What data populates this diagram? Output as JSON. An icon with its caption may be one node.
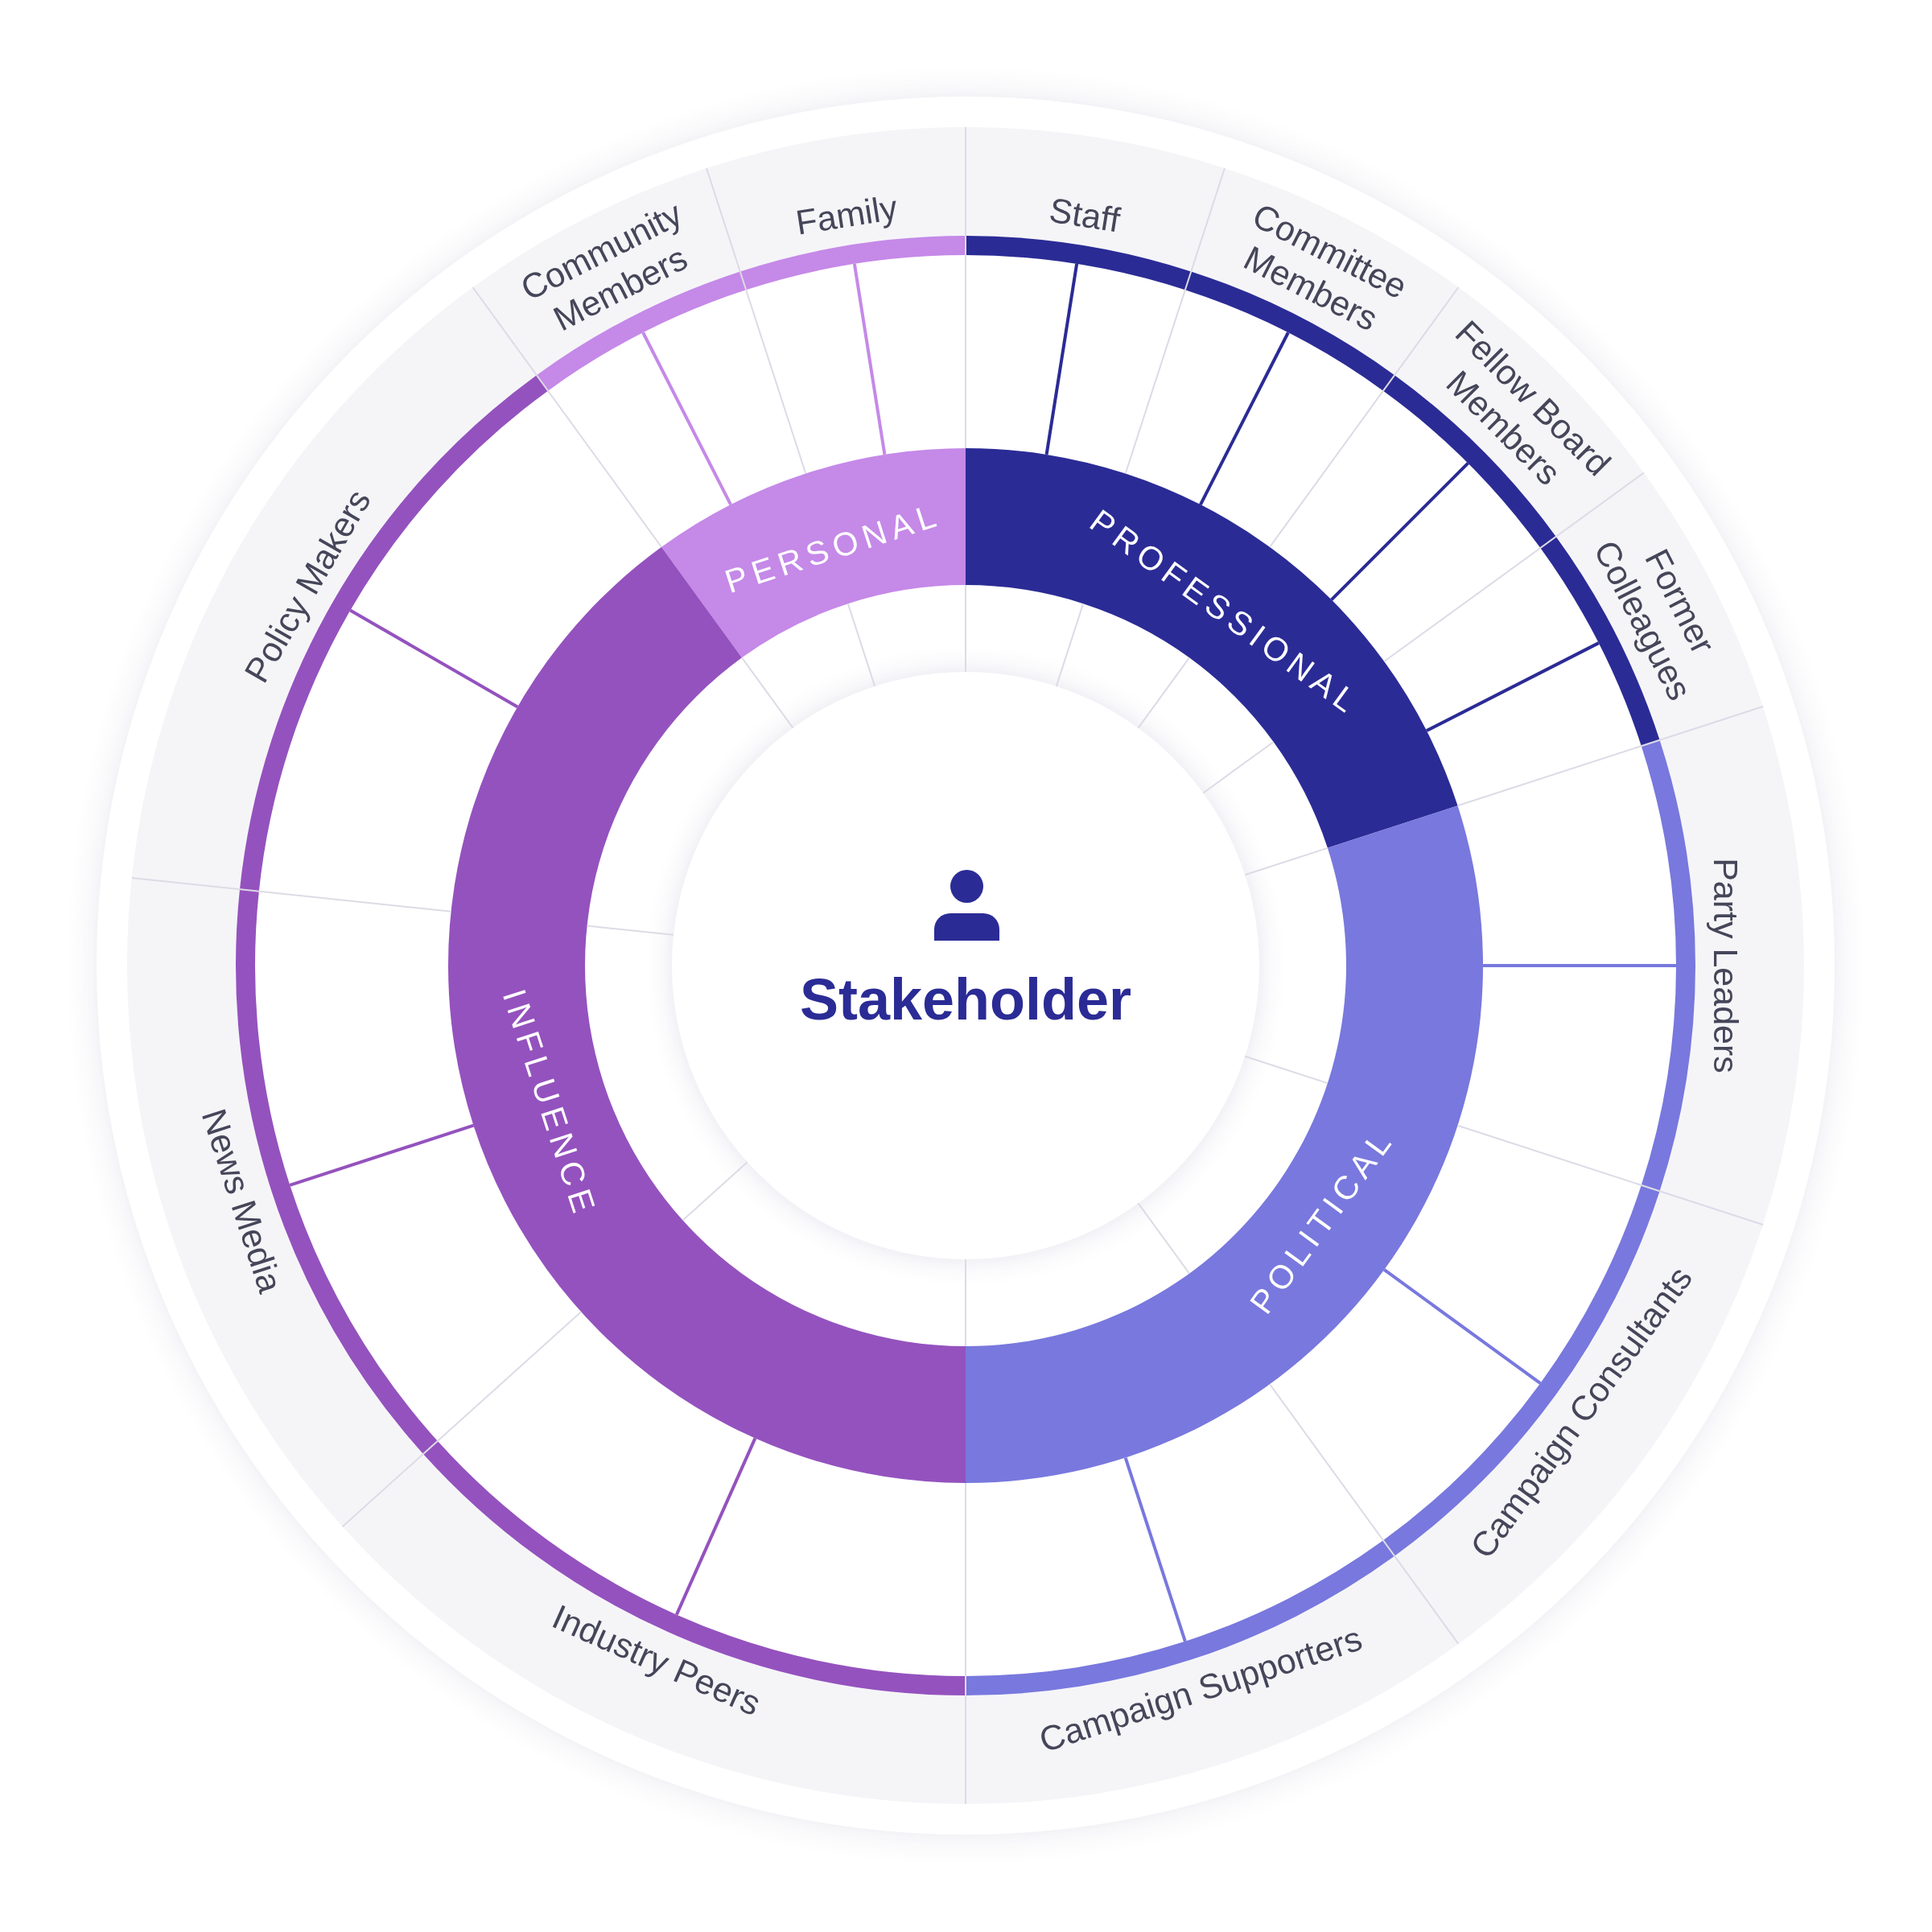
{
  "diagram": {
    "nodes": [
      {
        "text": [
          "Stakeholder"
        ]
      },
      {
        "text": [
          "PERSONAL"
        ]
      },
      {
        "text": [
          "PROFESSIONAL"
        ]
      },
      {
        "text": [
          "POLITICAL"
        ]
      },
      {
        "text": [
          "INFLUENCE"
        ]
      },
      {
        "text": [
          "Family"
        ]
      },
      {
        "text": [
          "Community Members"
        ]
      },
      {
        "text": [
          "Staff"
        ]
      },
      {
        "text": [
          "Committee Members"
        ]
      },
      {
        "text": [
          "Fellow Board Members"
        ]
      },
      {
        "text": [
          "Former Colleagues"
        ]
      },
      {
        "text": [
          "Party Leaders"
        ]
      },
      {
        "text": [
          "Campaign Consultants"
        ]
      },
      {
        "text": [
          "Campaign Supporters"
        ]
      },
      {
        "text": [
          "Industry Peers"
        ]
      },
      {
        "text": [
          "News Media"
        ]
      },
      {
        "text": [
          "Policy Makers"
        ]
      }
    ],
    "edges": [
      {
        "from": 1,
        "to": 5,
        "arrow": "none",
        "color": "#c589e8"
      },
      {
        "from": 1,
        "to": 6,
        "arrow": "none",
        "color": "#c589e8"
      },
      {
        "from": 2,
        "to": 7,
        "arrow": "none"
      },
      {
        "from": 2,
        "to": 8,
        "arrow": "none"
      },
      {
        "from": 2,
        "to": 9,
        "arrow": "none"
      },
      {
        "from": 2,
        "to": 10,
        "arrow": "none"
      },
      {
        "from": 3,
        "to": 11,
        "arrow": "none",
        "color": "#7878de"
      },
      {
        "from": 3,
        "to": 12,
        "arrow": "none",
        "color": "#7878de"
      },
      {
        "from": 3,
        "to": 13,
        "arrow": "none",
        "color": "#7878de"
      },
      {
        "from": 4,
        "to": 14,
        "arrow": "none",
        "color": "#9452be"
      },
      {
        "from": 4,
        "to": 15,
        "arrow": "none",
        "color": "#9452be"
      },
      {
        "from": 4,
        "to": 16,
        "arrow": "none",
        "color": "#9452be"
      }
    ]
  }
}
